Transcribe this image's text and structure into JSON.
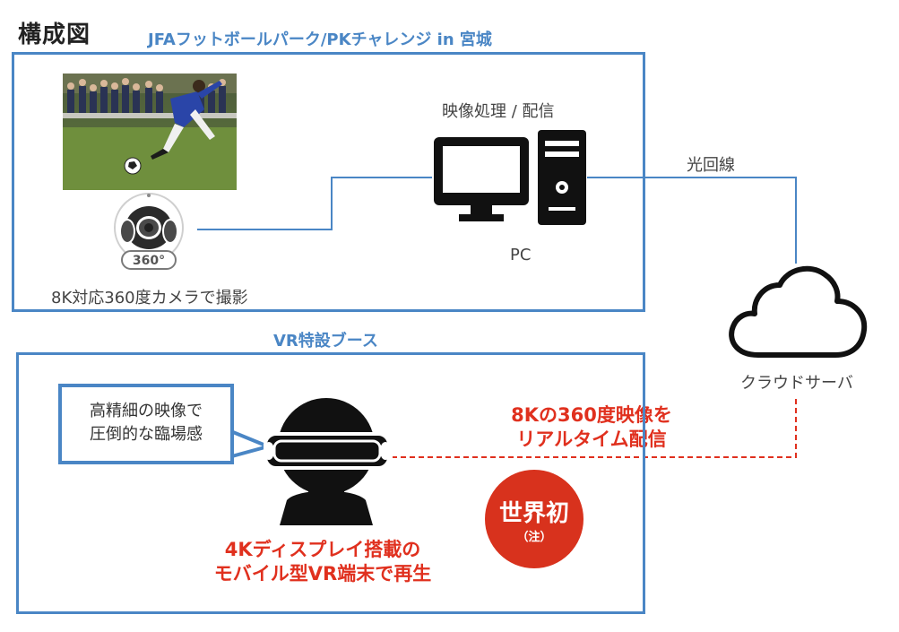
{
  "page_title": "構成図",
  "venue": {
    "title": "JFAフットボールパーク/PKチャレンジ in 宮城",
    "camera_label": "8K対応360度カメラで撮影",
    "camera_badge": "360°",
    "pc_top_label": "映像処理 / 配信",
    "pc_bottom_label": "PC"
  },
  "network": {
    "fiber_label": "光回線",
    "cloud_label": "クラウドサーバ",
    "stream_lines": [
      "8Kの360度映像を",
      "リアルタイム配信"
    ]
  },
  "booth": {
    "title": "VR特設ブース",
    "bubble_lines": [
      "高精細の映像で",
      "圧倒的な臨場感"
    ],
    "device_lines": [
      "4Kディスプレイ搭載の",
      "モバイル型VR端末で再生"
    ],
    "badge_main": "世界初",
    "badge_note": "（注）"
  },
  "colors": {
    "frame_blue": "#4a86c5",
    "accent_red": "#e0301e",
    "badge_red": "#d8321d"
  }
}
